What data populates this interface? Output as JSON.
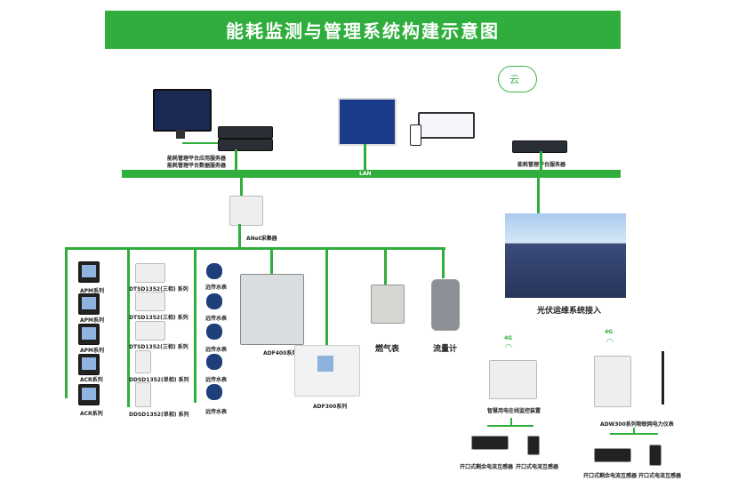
{
  "title": "能耗监测与管理系统构建示意图",
  "cloud": "云",
  "lan": "LAN",
  "servers": {
    "left_line1": "能耗管理平台应用服务器",
    "left_line2": "能耗管理平台数据服务器",
    "right": "能耗管理平台服务器"
  },
  "collector": "ANet采集器",
  "solar": "光伏运维系统接入",
  "col1": [
    "APM系列",
    "APM系列",
    "APM系列",
    "ACR系列",
    "ACR系列"
  ],
  "col2": [
    "DTSD1352(三相) 系列",
    "DTSD1352(三相) 系列",
    "DTSD1352(三相) 系列",
    "DDSD1352(单相) 系列",
    "DDSD1352(单相) 系列"
  ],
  "col3": [
    "远传水表",
    "远传水表",
    "远传水表",
    "远传水表",
    "远传水表"
  ],
  "cabinet": "ADF400系列",
  "adf300": "ADF300系列",
  "gas": "燃气表",
  "flow": "流量计",
  "signal": "4G",
  "smart_device": "智慧用电在线监控装置",
  "adw300": "ADW300系列物联网电力仪表",
  "ct_residual": "开口式剩余电流互感器",
  "ct": "开口式电流互感器",
  "colors": {
    "accent": "#2fae3d"
  }
}
